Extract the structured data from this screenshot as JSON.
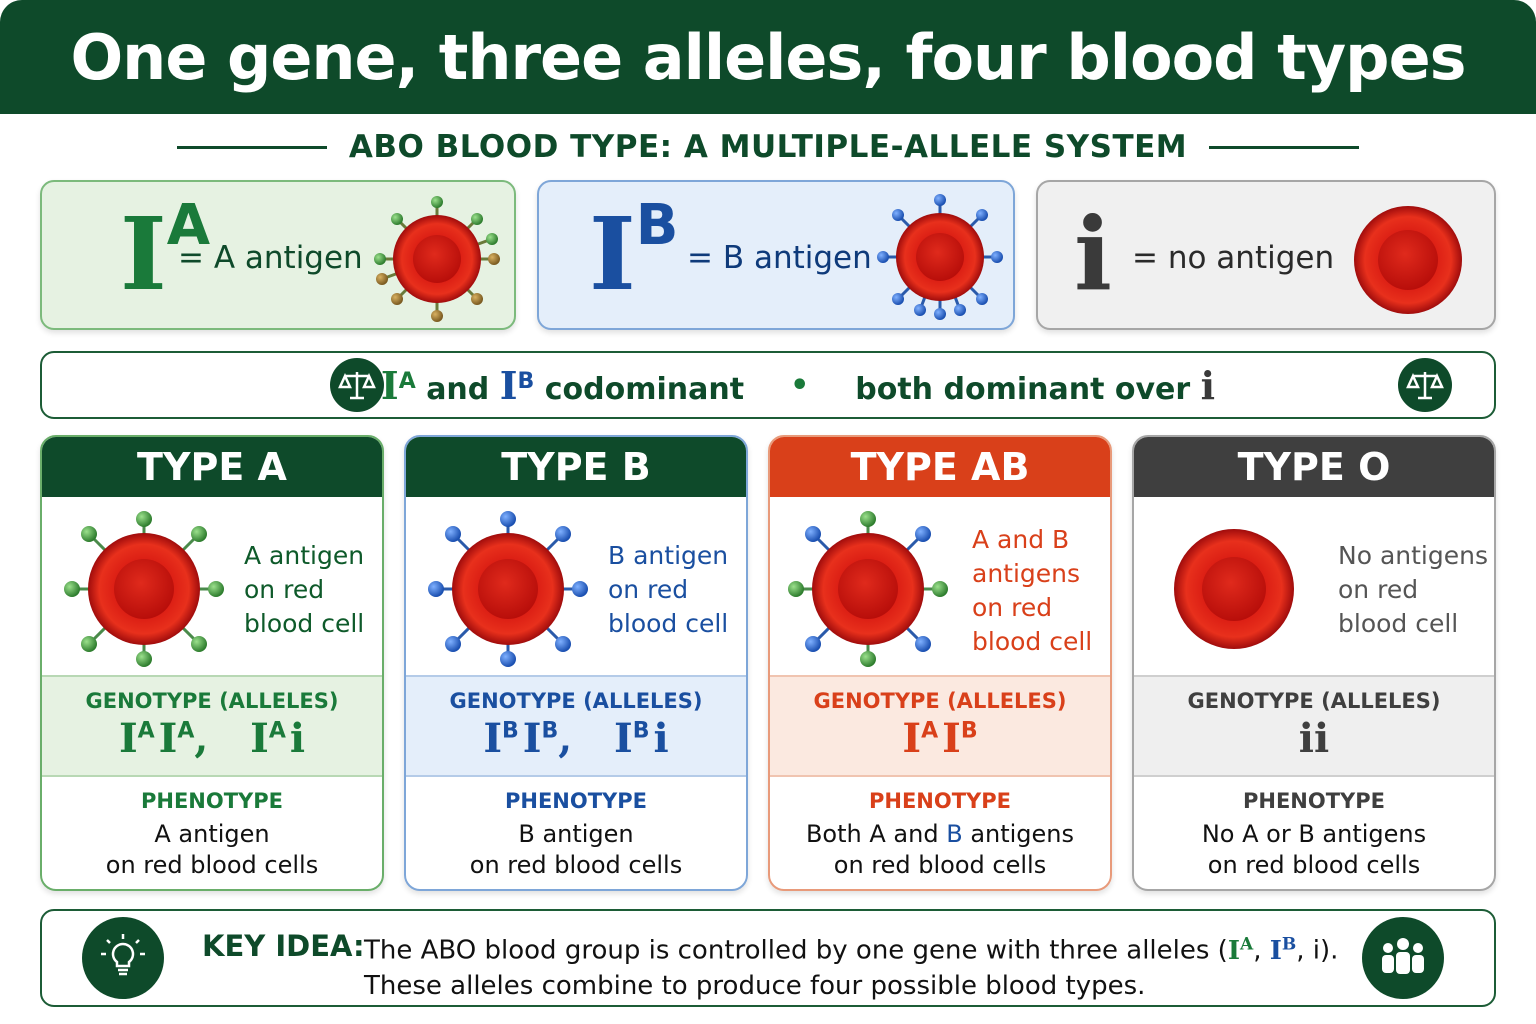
{
  "title": "One gene, three alleles, four blood types",
  "subtitle": "ABO BLOOD TYPE: A MULTIPLE-ALLELE SYSTEM",
  "alleles": [
    {
      "base": "I",
      "sup": "A",
      "text": "= A antigen",
      "color": "#1a7a3a"
    },
    {
      "base": "I",
      "sup": "B",
      "text": "= B antigen",
      "color": "#1a4fa0"
    },
    {
      "base": "i",
      "sup": "",
      "text": "= no antigen",
      "color": "#3a3a3a"
    }
  ],
  "codominance": {
    "and": "and",
    "codominant": "codominant",
    "bullet": "•",
    "both_dominant": "both dominant over",
    "i": "i",
    "IA_base": "I",
    "IA_sup": "A",
    "IB_base": "I",
    "IB_sup": "B"
  },
  "cards": [
    {
      "header": "TYPE A",
      "antigen_desc": [
        "A antigen",
        "on red",
        "blood cell"
      ],
      "genotype_label": "GENOTYPE (ALLELES)",
      "genotype": "IᴬIᴬ, Iᴬi",
      "phenotype_label": "PHENOTYPE",
      "phenotype_line1": "A antigen",
      "phenotype_line2": "on red blood cells"
    },
    {
      "header": "TYPE B",
      "antigen_desc": [
        "B antigen",
        "on red",
        "blood cell"
      ],
      "genotype_label": "GENOTYPE (ALLELES)",
      "genotype": "IᴮIᴮ, Iᴮi",
      "phenotype_label": "PHENOTYPE",
      "phenotype_line1": "B antigen",
      "phenotype_line2": "on red blood cells"
    },
    {
      "header": "TYPE AB",
      "antigen_desc": [
        "A and B",
        "antigens",
        "on red",
        "blood cell"
      ],
      "genotype_label": "GENOTYPE (ALLELES)",
      "genotype": "IᴬIᴮ",
      "phenotype_label": "PHENOTYPE",
      "phenotype_line1_a": "Both A and",
      "phenotype_line1_b": "B",
      "phenotype_line1_c": "antigens",
      "phenotype_line2": "on red blood cells"
    },
    {
      "header": "TYPE O",
      "antigen_desc": [
        "No antigens",
        "on red",
        "blood cell"
      ],
      "genotype_label": "GENOTYPE (ALLELES)",
      "genotype": "ii",
      "phenotype_label": "PHENOTYPE",
      "phenotype_line1": "No A or B antigens",
      "phenotype_line2": "on red blood cells"
    }
  ],
  "key_idea": {
    "label": "KEY IDEA:",
    "line1_pre": "The ABO blood group is controlled by one gene with three alleles (",
    "line1_post": ", i).",
    "line2": "These alleles combine to produce four possible blood types."
  },
  "colors": {
    "dark_green": "#0e4a2a",
    "green": "#1a7a3a",
    "blue": "#1a4fa0",
    "red_orange": "#d9401a",
    "grey": "#3f3f3f",
    "cell_red": "#d41414"
  },
  "icons": [
    "balance-scale-icon",
    "lightbulb-icon",
    "people-group-icon",
    "red-blood-cell-icon"
  ]
}
